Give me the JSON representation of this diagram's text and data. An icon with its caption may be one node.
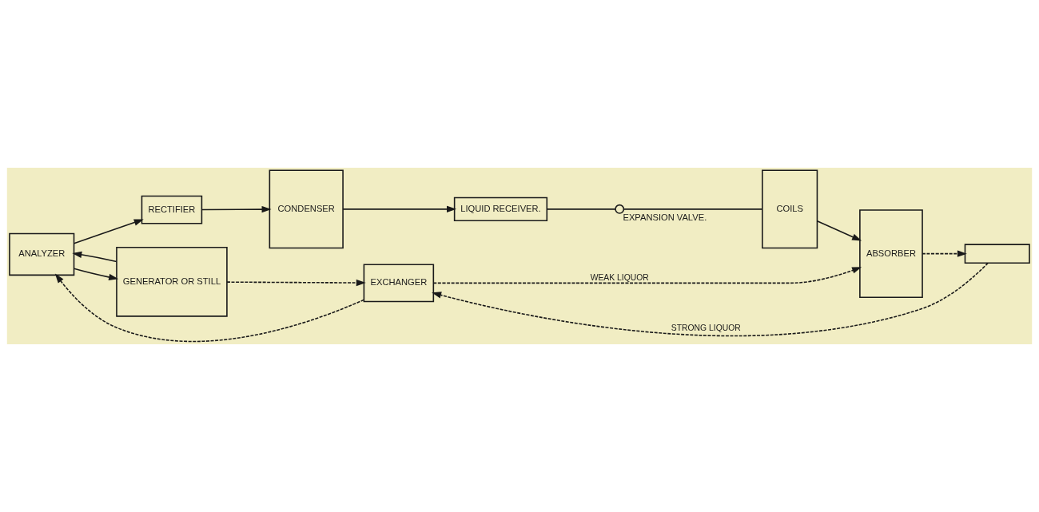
{
  "diagram": {
    "nodes": [
      {
        "text": [
          "ANALYZER"
        ]
      },
      {
        "text": [
          "RECTIFIER"
        ]
      },
      {
        "text": [
          "GENERATOR OR STILL"
        ]
      },
      {
        "text": [
          "CONDENSER"
        ]
      },
      {
        "text": [
          "LIQUID RECEIVER."
        ]
      },
      {
        "text": [
          "EXPANSION VALVE."
        ]
      },
      {
        "text": [
          "COILS"
        ]
      },
      {
        "text": [
          "ABSORBER"
        ]
      },
      {
        "text": [
          "EXCHANGER"
        ]
      },
      {
        "text": [],
        "shape": "box"
      }
    ],
    "edges": [
      {
        "from": 0,
        "to": 1,
        "arrow": "to"
      },
      {
        "from": 1,
        "to": 3,
        "arrow": "to"
      },
      {
        "from": 0,
        "to": 2,
        "arrow": "to"
      },
      {
        "from": 2,
        "to": 0,
        "arrow": "to"
      },
      {
        "from": 2,
        "to": 8,
        "arrow": "to",
        "style": "dashed"
      },
      {
        "from": 8,
        "to": 0,
        "arrow": "to",
        "style": "dashed"
      },
      {
        "from": 3,
        "to": 4,
        "arrow": "to"
      },
      {
        "from": 4,
        "to": 5,
        "arrow": "none"
      },
      {
        "from": 5,
        "to": 6,
        "arrow": "none"
      },
      {
        "from": 6,
        "to": 7,
        "arrow": "to"
      },
      {
        "from": 8,
        "to": 7,
        "arrow": "to",
        "style": "dashed",
        "label": "WEAK LIQUOR"
      },
      {
        "from": 7,
        "to": 9,
        "arrow": "to",
        "style": "dashed"
      },
      {
        "from": 9,
        "to": 8,
        "arrow": "to",
        "style": "dashed",
        "label": "STRONG LIQUOR"
      }
    ]
  }
}
